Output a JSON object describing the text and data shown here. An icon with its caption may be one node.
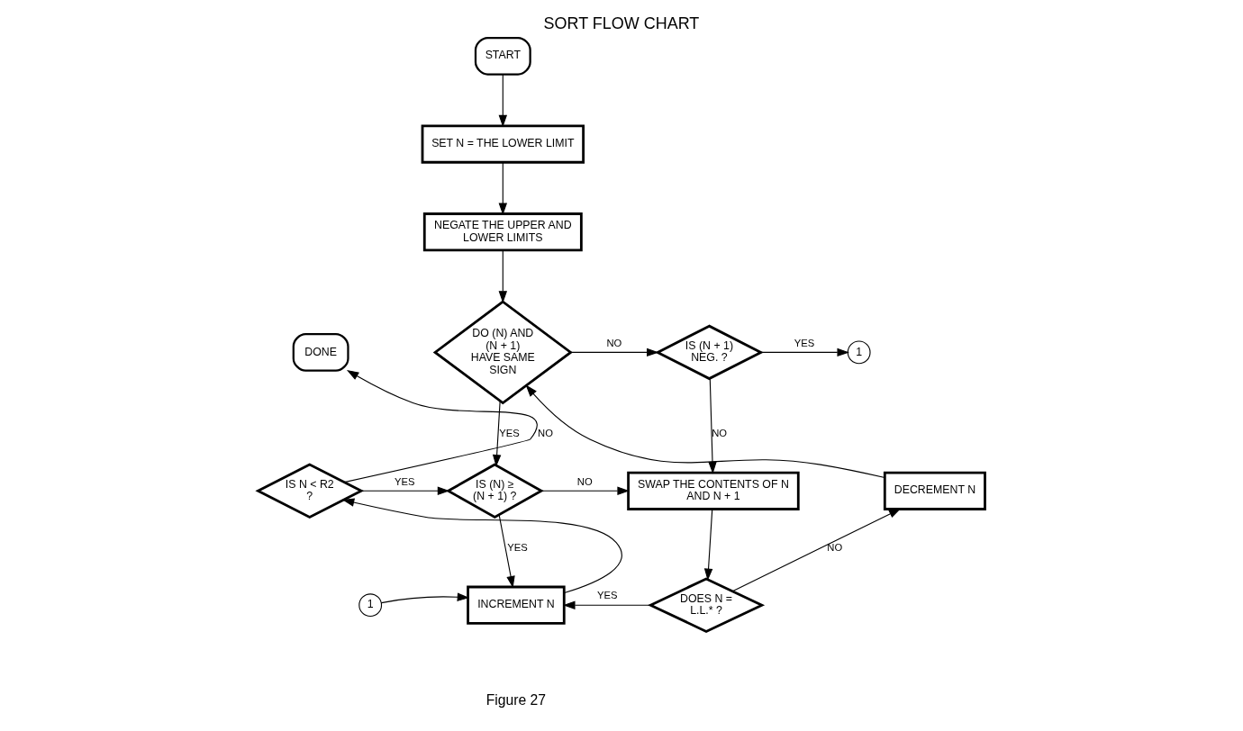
{
  "diagram": {
    "title": "SORT FLOW CHART",
    "caption": "Figure 27",
    "nodes": [
      {
        "text": [
          "START"
        ]
      },
      {
        "text": [
          "SET N = THE LOWER LIMIT"
        ]
      },
      {
        "text": [
          "NEGATE THE UPPER AND LOWER LIMITS"
        ]
      },
      {
        "text": [
          "DO (N) AND (N + 1) HAVE SAME SIGN"
        ]
      },
      {
        "text": [
          "IS (N + 1) NEG. ?"
        ]
      },
      {
        "text": [
          "1"
        ]
      },
      {
        "text": [
          "DONE"
        ]
      },
      {
        "text": [
          "IS N < R2 ?"
        ]
      },
      {
        "text": [
          "IS (N) ≥ (N + 1) ?"
        ]
      },
      {
        "text": [
          "SWAP THE CONTENTS OF N AND N + 1"
        ]
      },
      {
        "text": [
          "DECREMENT N"
        ]
      },
      {
        "text": [
          "1"
        ]
      },
      {
        "text": [
          "INCREMENT N"
        ]
      },
      {
        "text": [
          "DOES N = L.L.* ?"
        ]
      }
    ],
    "edges": [
      {
        "from": 0,
        "to": 1,
        "arrow": "to"
      },
      {
        "from": 1,
        "to": 2,
        "arrow": "to"
      },
      {
        "from": 2,
        "to": 3,
        "arrow": "to"
      },
      {
        "from": 3,
        "to": 8,
        "arrow": "to",
        "label": "YES"
      },
      {
        "from": 3,
        "to": 4,
        "arrow": "to",
        "label": "NO"
      },
      {
        "from": 4,
        "to": 5,
        "arrow": "to",
        "label": "YES"
      },
      {
        "from": 4,
        "to": 9,
        "arrow": "to",
        "label": "NO"
      },
      {
        "from": 7,
        "to": 6,
        "arrow": "to",
        "label": "NO"
      },
      {
        "from": 7,
        "to": 8,
        "arrow": "to",
        "label": "YES"
      },
      {
        "from": 8,
        "to": 9,
        "arrow": "to",
        "label": "NO"
      },
      {
        "from": 8,
        "to": 12,
        "arrow": "to",
        "label": "YES"
      },
      {
        "from": 12,
        "to": 7,
        "arrow": "to"
      },
      {
        "from": 11,
        "to": 12,
        "arrow": "to"
      },
      {
        "from": 9,
        "to": 13,
        "arrow": "to"
      },
      {
        "from": 13,
        "to": 12,
        "arrow": "to",
        "label": "YES"
      },
      {
        "from": 13,
        "to": 10,
        "arrow": "to",
        "label": "NO"
      },
      {
        "from": 10,
        "to": 3,
        "arrow": "to"
      }
    ]
  }
}
